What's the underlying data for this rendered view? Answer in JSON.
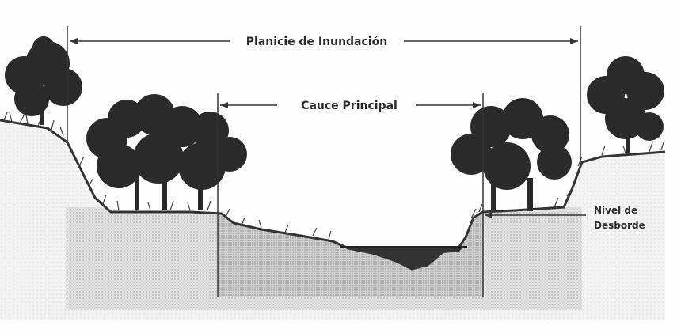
{
  "labels": {
    "floodplain": "Planicie de Inundación",
    "main_channel": "Cauce Principal",
    "overflow_level_line1": "Nivel de",
    "overflow_level_line2": "Desborde"
  },
  "colors": {
    "tree": "#2b2b2b",
    "ground": "#d9d9d9",
    "channel_fill": "#c4c4c4",
    "water": "#3a3a3a",
    "line": "#333333"
  }
}
